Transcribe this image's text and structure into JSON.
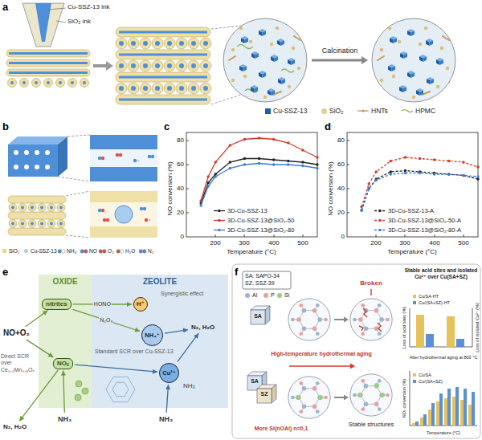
{
  "diagram": {
    "nodes": [
      {
        "text": [
          "OXIDE"
        ]
      },
      {
        "text": [
          "nitrites"
        ],
        "in": 0
      },
      {
        "text": [
          "NOₓ"
        ],
        "in": 0
      },
      {
        "text": [
          "ZEOLITE"
        ]
      },
      {
        "text": [
          "H⁺"
        ],
        "in": 3
      },
      {
        "text": [
          "NH₄⁺"
        ],
        "in": 3
      },
      {
        "text": [
          "Cu²⁺"
        ],
        "in": 3
      },
      {
        "text": [
          "N₂, H₂O"
        ],
        "in": 3
      },
      {
        "text": [
          "NO+O₂"
        ]
      },
      {
        "text": [
          "N₂, H₂O"
        ]
      },
      {
        "text": [
          "NH₃"
        ]
      },
      {
        "text": [
          "NH₃"
        ]
      }
    ],
    "edges": [
      {
        "from": 8,
        "to": 1,
        "arrow": "to"
      },
      {
        "from": 8,
        "to": 2,
        "arrow": "to"
      },
      {
        "from": 1,
        "to": 4,
        "label": "HONO",
        "arrow": "to"
      },
      {
        "from": 1,
        "to": 5,
        "label": "N₂O₃",
        "arrow": "to"
      },
      {
        "from": 2,
        "to": 6,
        "arrow": "to"
      },
      {
        "from": 2,
        "to": 9,
        "arrow": "to"
      },
      {
        "from": 10,
        "to": 2,
        "arrow": "to"
      },
      {
        "from": 5,
        "to": 7,
        "arrow": "to"
      },
      {
        "from": 6,
        "to": 7,
        "arrow": "to"
      },
      {
        "from": 11,
        "to": 6,
        "arrow": "to"
      }
    ],
    "labels": [
      "a",
      "Cu-SSZ-13 ink",
      "SiO₂ ink",
      "Calcination",
      "b",
      "c",
      "d",
      "NO conversion (%)",
      "0",
      "20",
      "40",
      "60",
      "80",
      "200",
      "300",
      "400",
      "500",
      "Temperature (°C)",
      "NO conversion (%)",
      "0",
      "20",
      "40",
      "60",
      "80",
      "200",
      "300",
      "400",
      "500",
      "Temperature (°C)",
      "e",
      "Synergistic effect",
      "Standard SCR over Cu-SSZ-13",
      "NH₃",
      "Direct SCR over Ce₀.₂Mn₀.₈Oₓ",
      "f",
      "SA: SAPO-34",
      "SZ: SSZ-39",
      "Broken",
      "High-temperature hydrothermal aging",
      "More Si(nOAl) n=0,1",
      "Stable structures",
      "SA",
      "SA",
      "SZ",
      "Stable acid sites and isolated Cu²⁺ over Cu(SA+SZ)",
      "Loss of acid sites (%)",
      "Loss of isolated Cu²⁺ (%)",
      "After hydrothermal aging at 800 °C",
      "NOₓ conversion (%)",
      "Temperature (°C)"
    ],
    "legend": [
      {
        "text": "Cu-SSZ-13",
        "color": "#1f5fa8"
      },
      {
        "text": "SiO₂",
        "color": "#e3cf8f"
      },
      {
        "text": "HNTs"
      },
      {
        "text": "HPMC"
      },
      {
        "text": "SiO₂",
        "color": "#ecd88c"
      },
      {
        "text": "Cu-SSZ-13",
        "color": "#a9cdee"
      },
      {
        "text": "NH₃"
      },
      {
        "text": "NO"
      },
      {
        "text": "O₂"
      },
      {
        "text": "H₂O"
      },
      {
        "text": "N₂"
      },
      {
        "text": "3D-Cu-SSZ-13"
      },
      {
        "text": "3D-Cu-SSZ-13@SiO₂-50"
      },
      {
        "text": "3D-Cu-SSZ-13@SiO₂-80"
      },
      {
        "text": "3D-Cu-SSZ-13-A"
      },
      {
        "text": "3D-Cu-SSZ-13@SiO₂-50-A"
      },
      {
        "text": "3D-Cu-SSZ-13@SiO₂-80-A"
      },
      {
        "text": "Al",
        "color": "#9db4cf"
      },
      {
        "text": "P",
        "color": "#e8a0a0"
      },
      {
        "text": "Si",
        "color": "#9ccc8c"
      },
      {
        "text": "Cu/SA-HT",
        "color": "#e6c25a"
      },
      {
        "text": "Cu/(SA+SZ)-HT",
        "color": "#5b8fd6"
      },
      {
        "text": "Cu/SA",
        "color": "#e6c25a"
      },
      {
        "text": "Cu/(SA+SZ)",
        "color": "#5b8fd6"
      }
    ]
  }
}
